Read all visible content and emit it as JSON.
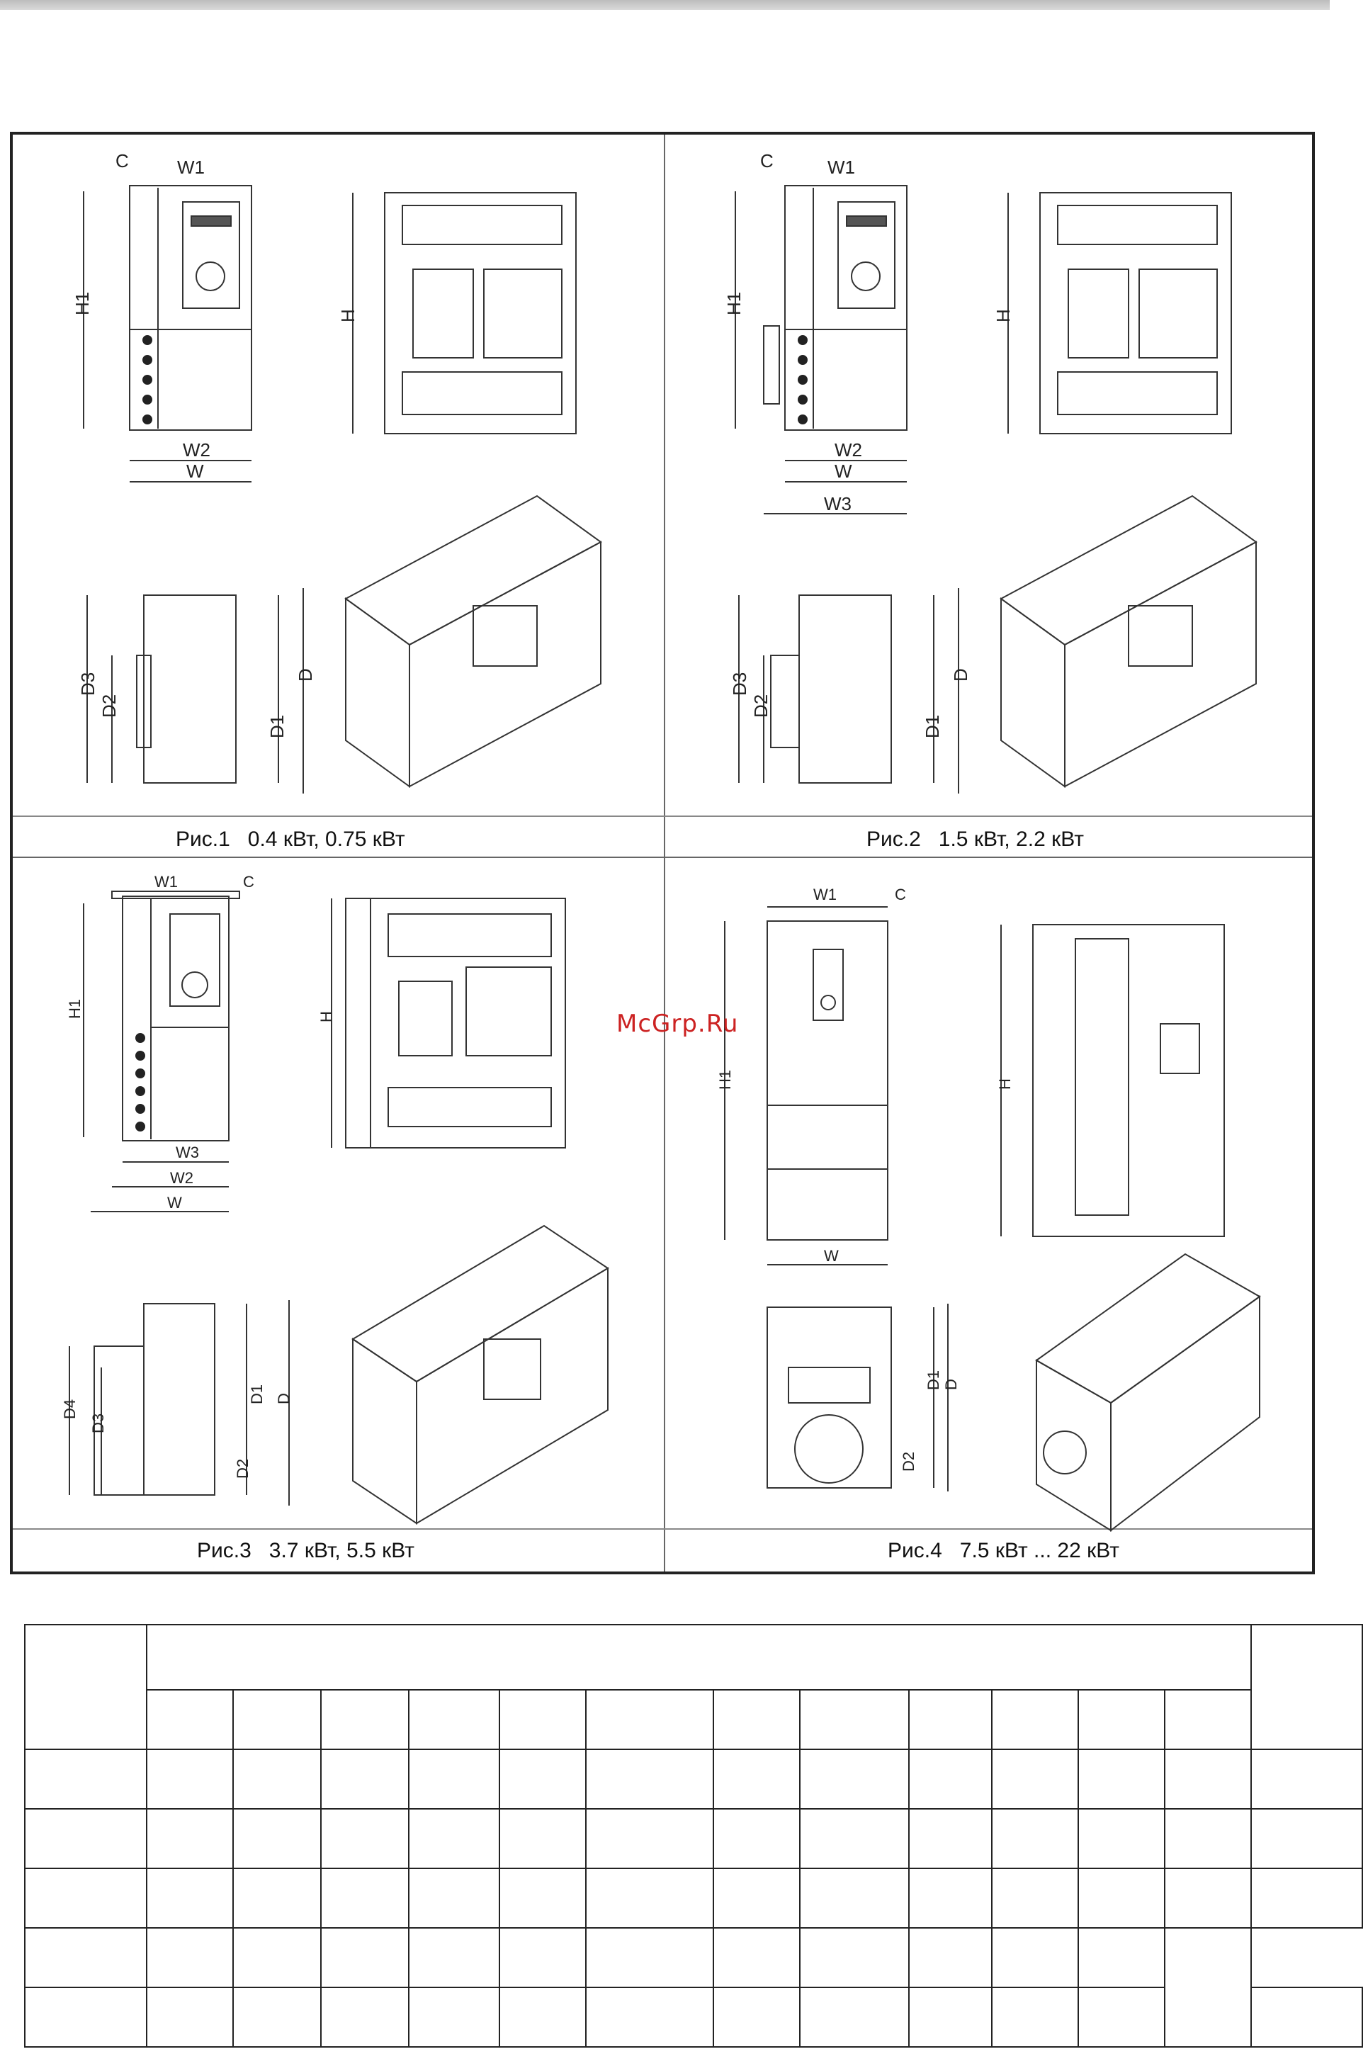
{
  "header": {
    "rule_color": "#c8c8c8"
  },
  "watermark": "McGrp.Ru",
  "figures": [
    {
      "caption": "Рис.1   0.4 кВт, 0.75 кВт",
      "dims": [
        "C",
        "W1",
        "H1",
        "H",
        "W2",
        "W",
        "D3",
        "D2",
        "D1",
        "D"
      ]
    },
    {
      "caption": "Рис.2   1.5 кВт, 2.2 кВт",
      "dims": [
        "C",
        "W1",
        "H1",
        "H",
        "W2",
        "W",
        "W3",
        "D3",
        "D2",
        "D1",
        "D"
      ]
    },
    {
      "caption": "Рис.3   3.7 кВт, 5.5 кВт",
      "dims": [
        "W1",
        "C",
        "H1",
        "H",
        "W3",
        "W2",
        "W",
        "D4",
        "D3",
        "D1",
        "D",
        "D2"
      ]
    },
    {
      "caption": "Рис.4   7.5 кВт ... 22 кВт",
      "dims": [
        "W1",
        "C",
        "H1",
        "H",
        "W",
        "D1",
        "D",
        "D2"
      ]
    }
  ],
  "table": {
    "body_rows": 5,
    "sub_columns": 12
  }
}
